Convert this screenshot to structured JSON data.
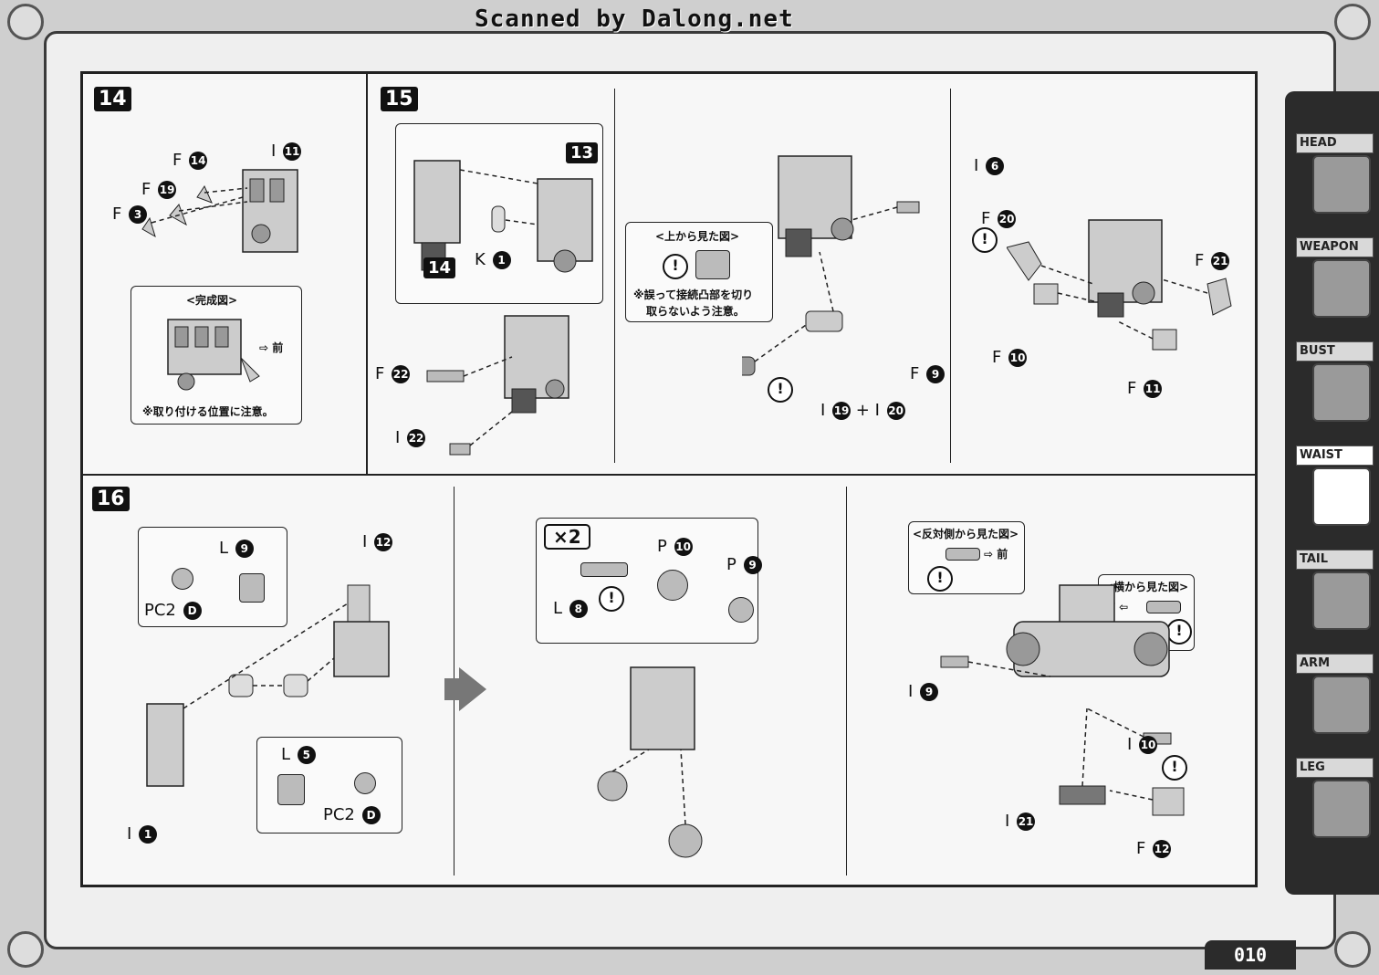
{
  "header": {
    "watermark": "Scanned by Dalong.net"
  },
  "page_number": "010",
  "sidebar": {
    "items": [
      {
        "label": "HEAD",
        "active": false
      },
      {
        "label": "WEAPON",
        "active": false
      },
      {
        "label": "BUST",
        "active": false
      },
      {
        "label": "WAIST",
        "active": true
      },
      {
        "label": "TAIL",
        "active": false
      },
      {
        "label": "ARM",
        "active": false
      },
      {
        "label": "LEG",
        "active": false
      }
    ]
  },
  "step14": {
    "number": "14",
    "parts": [
      {
        "letter": "F",
        "num": "14"
      },
      {
        "letter": "F",
        "num": "19"
      },
      {
        "letter": "F",
        "num": "3"
      },
      {
        "letter": "I",
        "num": "11"
      }
    ],
    "completed_title": "<完成図>",
    "front_label": "⇨ 前",
    "caution": "※取り付ける位置に注意。"
  },
  "step15": {
    "number": "15",
    "inner_step_13": "13",
    "inner_step_14": "14",
    "parts": [
      {
        "letter": "K",
        "num": "1"
      },
      {
        "letter": "F",
        "num": "22"
      },
      {
        "letter": "I",
        "num": "22"
      },
      {
        "letter": "I",
        "num": "6"
      },
      {
        "letter": "F",
        "num": "9"
      },
      {
        "letter": "F",
        "num": "20"
      },
      {
        "letter": "F",
        "num": "21"
      },
      {
        "letter": "F",
        "num": "10"
      },
      {
        "letter": "F",
        "num": "11"
      }
    ],
    "combo": {
      "a": "19",
      "plus": "+",
      "b": "20",
      "letter": "I"
    },
    "topview_title": "<上から見た図>",
    "topview_note_1": "※誤って接続凸部を切り",
    "topview_note_2": "取らないよう注意。"
  },
  "step16": {
    "number": "16",
    "multiplier": "×2",
    "parts": [
      {
        "letter": "L",
        "num": "9"
      },
      {
        "letter": "PC2",
        "num": "D"
      },
      {
        "letter": "I",
        "num": "12"
      },
      {
        "letter": "L",
        "num": "5"
      },
      {
        "letter": "PC2",
        "num": "D"
      },
      {
        "letter": "I",
        "num": "1"
      },
      {
        "letter": "P",
        "num": "10"
      },
      {
        "letter": "P",
        "num": "9"
      },
      {
        "letter": "L",
        "num": "8"
      },
      {
        "letter": "I",
        "num": "9"
      },
      {
        "letter": "I",
        "num": "10"
      },
      {
        "letter": "I",
        "num": "21"
      },
      {
        "letter": "F",
        "num": "12"
      }
    ],
    "opposite_view_title": "<反対側から見た図>",
    "side_view_title": "<横から見た図>",
    "front_right": "⇨ 前",
    "front_left": "前 ⇦"
  }
}
